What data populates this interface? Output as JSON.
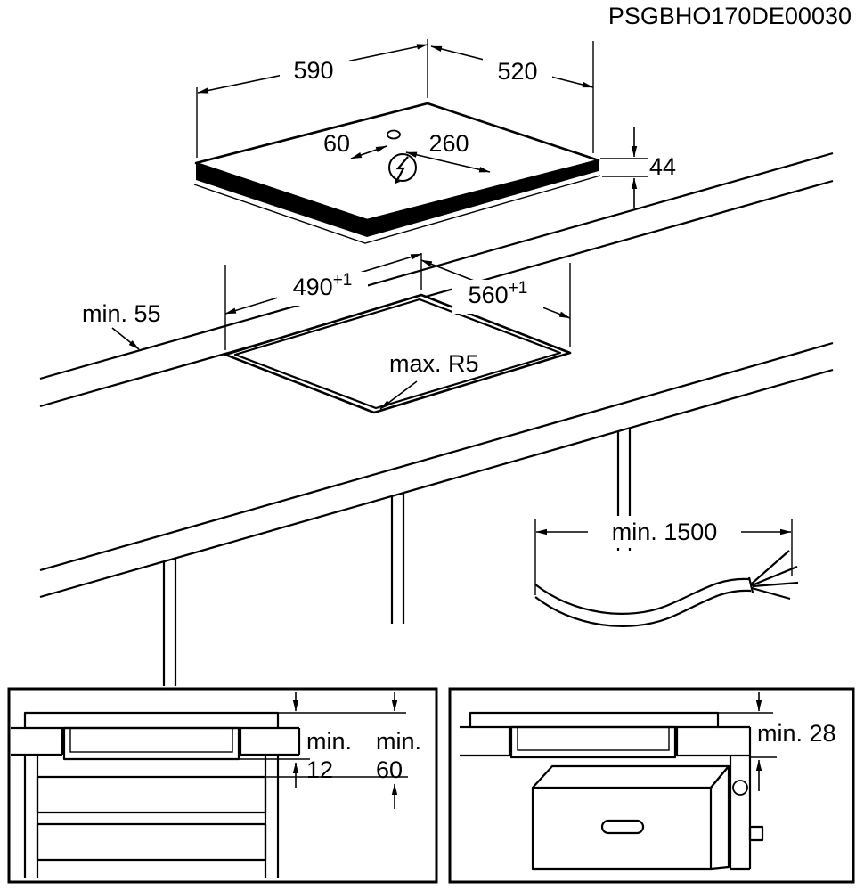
{
  "title": {
    "drawing_code": "PSGBHO170DE00030"
  },
  "hob_top_view": {
    "width_mm": "590",
    "depth_mm": "520",
    "hole_offset_a": "60",
    "hole_offset_b": "260",
    "height_mm": "44"
  },
  "cutout_view": {
    "cut_depth": "490",
    "cut_depth_sup": "+1",
    "cut_width": "560",
    "cut_width_sup": "+1",
    "edge_clearance": "min. 55",
    "corner_radius": "max. R5"
  },
  "cable_view": {
    "cable_length": "min. 1500"
  },
  "drawer_panel": {
    "min_label_1": "min.",
    "value_1": "12",
    "min_label_2": "min.",
    "value_2": "60"
  },
  "oven_panel": {
    "clearance": "min. 28"
  }
}
